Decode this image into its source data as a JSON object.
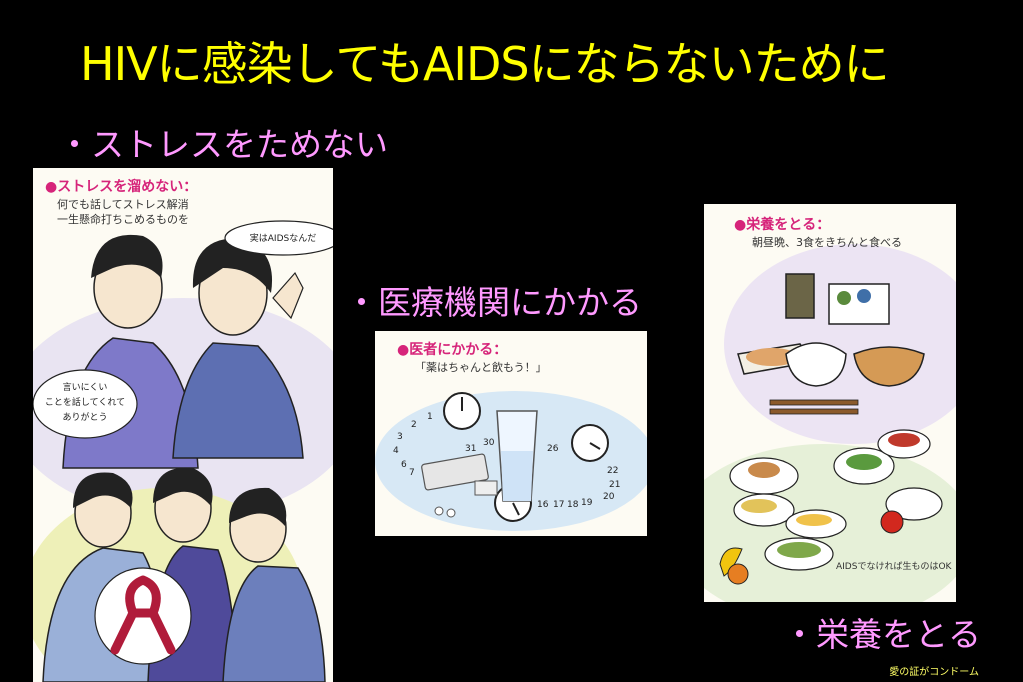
{
  "slide": {
    "title": "HIVに感染してもAIDSにならないために",
    "bullets": {
      "stress": "・ストレスをためない",
      "medical": "・医療機関にかかる",
      "nutrition": "・栄養をとる"
    },
    "footer": "愛の証がコンドーム"
  },
  "panels": {
    "stress": {
      "heading": "●ストレスを溜めない：",
      "lines": [
        "何でも話してストレス解消",
        "一生懸命打ちこめるものを"
      ],
      "bubble_confession": "実はAIDSなんだ",
      "bubble_thanks": [
        "言いにくい",
        "ことを話してくれて",
        "ありがとう"
      ]
    },
    "doctor": {
      "heading": "●医者にかかる：",
      "line": "「薬はちゃんと飲もう！」"
    },
    "nutrition": {
      "heading": "●栄養をとる：",
      "line": "朝昼晩、3食をきちんと食べる",
      "note": "AIDSでなければ生ものはOK"
    }
  },
  "colors": {
    "background": "#000000",
    "title": "#ffff00",
    "bullet": "#ff99ff",
    "panel_heading": "#d6247a",
    "ribbon": "#b01b3a"
  }
}
